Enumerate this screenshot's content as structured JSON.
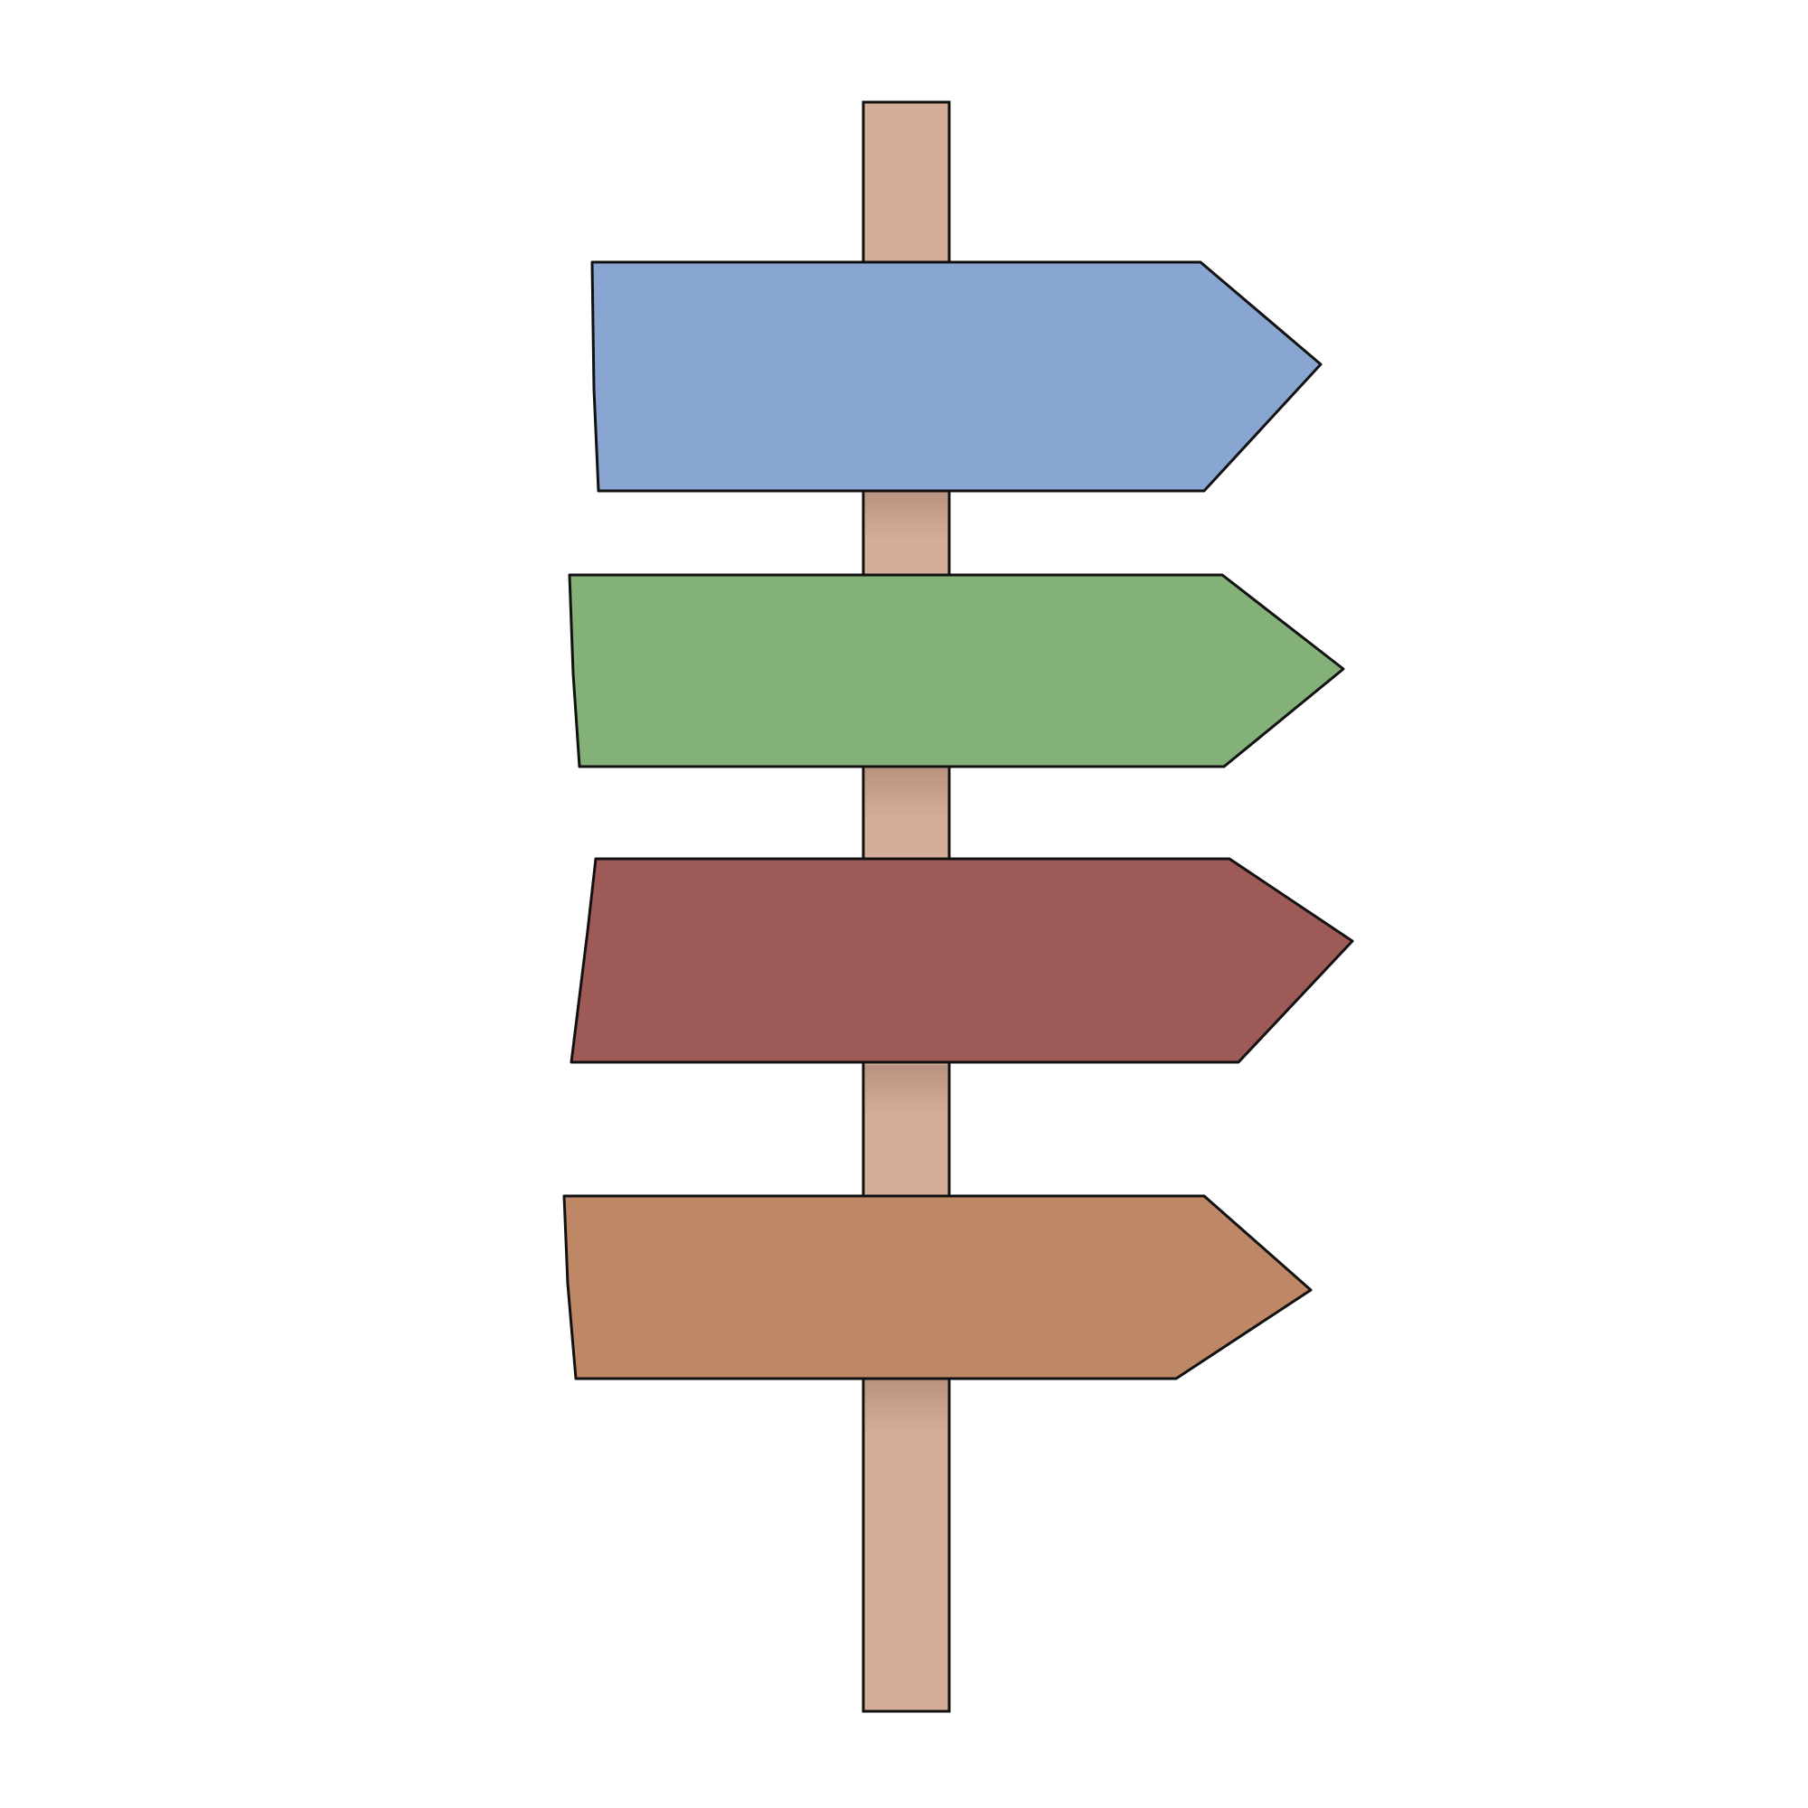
{
  "colors": {
    "background": "#ffffff",
    "outline": "#111111",
    "post": "#d4ae98",
    "post_shadow": "#b08a78"
  },
  "signs": [
    {
      "direction": "right",
      "color": "#89a5d1"
    },
    {
      "direction": "right",
      "color": "#83b178"
    },
    {
      "direction": "right",
      "color": "#9d5a56"
    },
    {
      "direction": "right",
      "color": "#be8765"
    }
  ]
}
